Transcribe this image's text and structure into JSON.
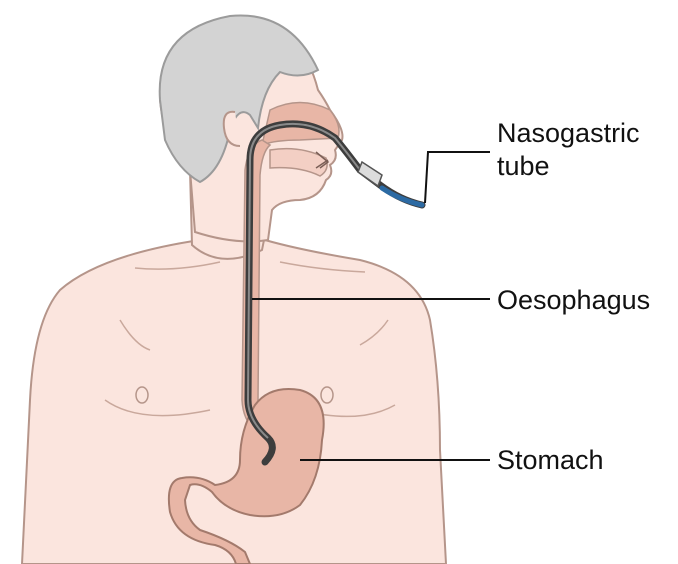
{
  "labels": {
    "nasogastric_line1": "Nasogastric",
    "nasogastric_line2": "tube",
    "oesophagus": "Oesophagus",
    "stomach": "Stomach"
  },
  "colors": {
    "skin": "#fbe5de",
    "skin_outline": "#b5958a",
    "hair": "#d3d3d3",
    "hair_outline": "#9b9b9b",
    "organ": "#e8b6a6",
    "organ_dark": "#d99a86",
    "tube": "#4a4a4a",
    "tube_tip": "#2c6aa3",
    "leader": "#111111"
  },
  "icons": [
    "nasogastric-tube-illustration",
    "human-torso-illustration"
  ]
}
